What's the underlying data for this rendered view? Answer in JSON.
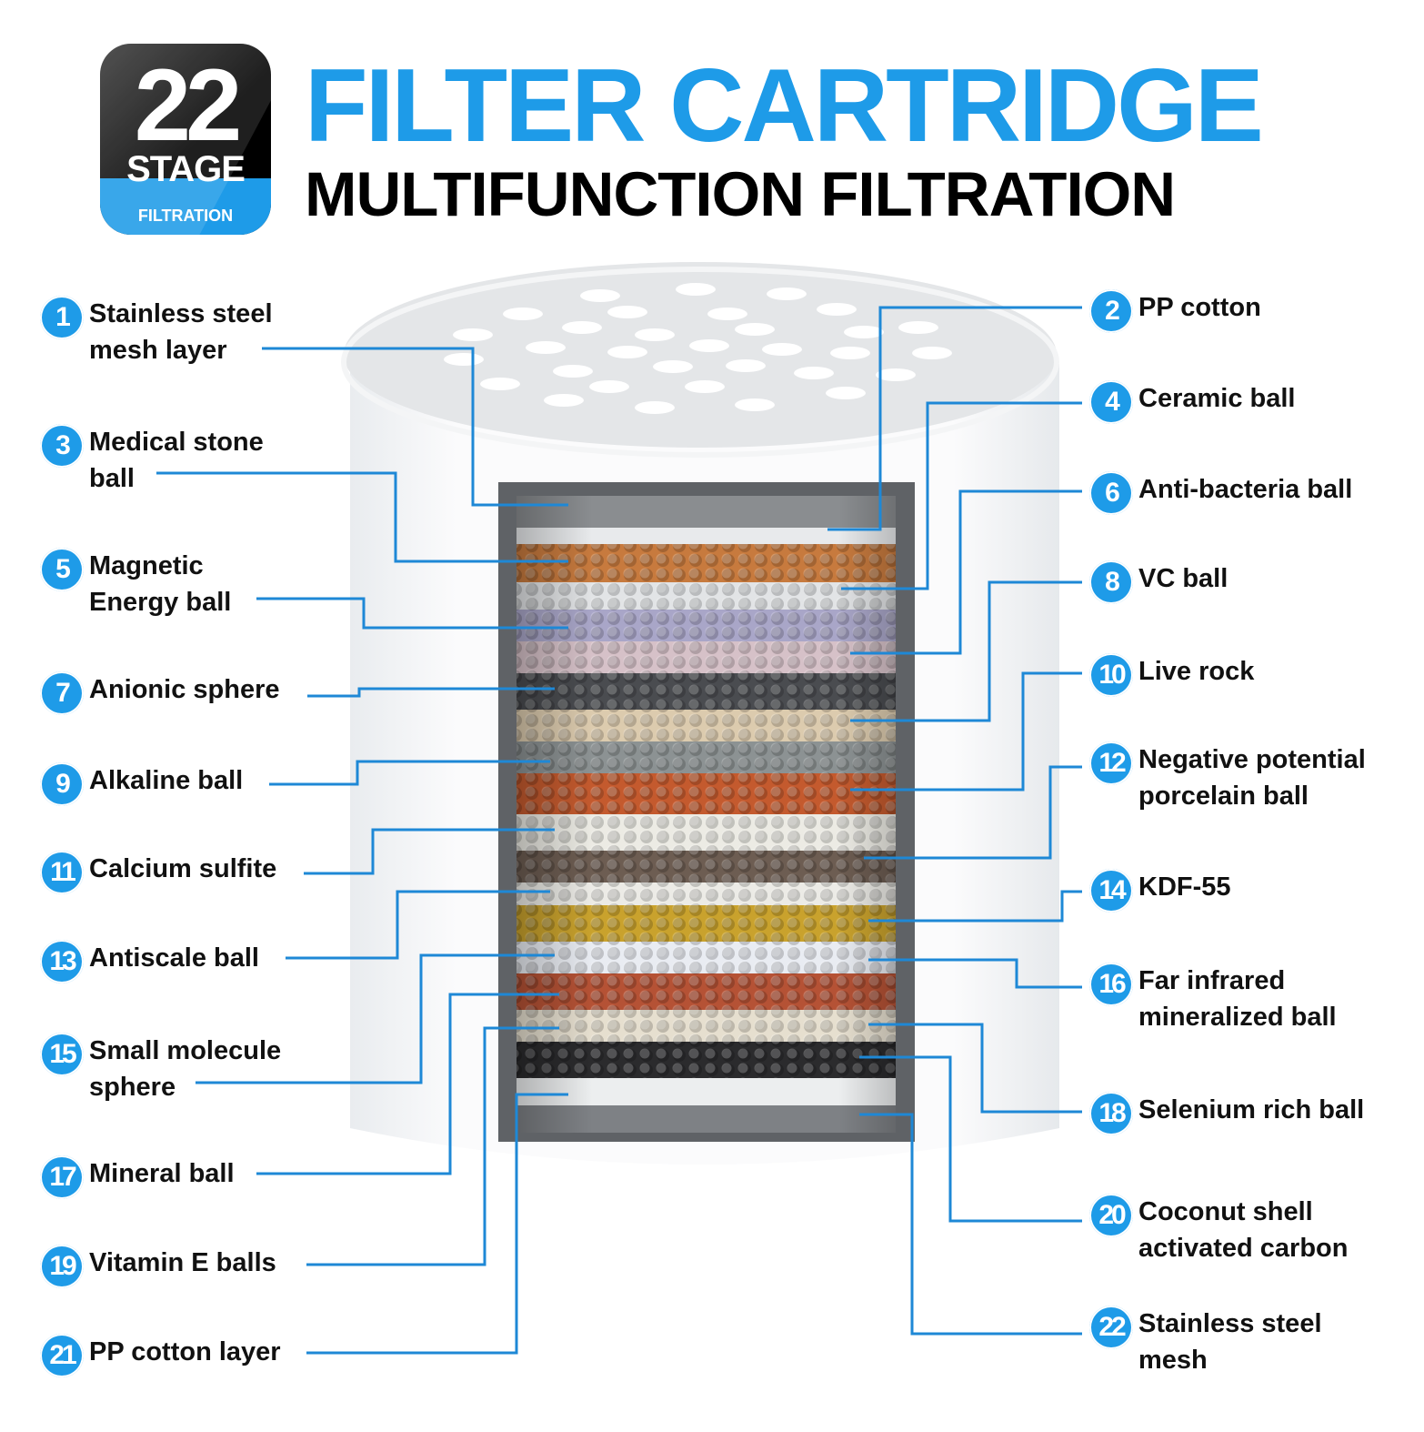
{
  "badge": {
    "number": "22",
    "stage": "STAGE",
    "filtration": "FILTRATION"
  },
  "header": {
    "title": "FILTER CARTRIDGE",
    "subtitle": "MULTIFUNCTION FILTRATION"
  },
  "colors": {
    "accent": "#1e9be8",
    "text": "#111111"
  },
  "left_labels": [
    {
      "number": "1",
      "text": "Stainless steel\nmesh layer"
    },
    {
      "number": "3",
      "text": "Medical stone\nball"
    },
    {
      "number": "5",
      "text": "Magnetic\nEnergy ball"
    },
    {
      "number": "7",
      "text": "Anionic sphere"
    },
    {
      "number": "9",
      "text": "Alkaline ball"
    },
    {
      "number": "11",
      "text": "Calcium sulfite"
    },
    {
      "number": "13",
      "text": "Antiscale ball"
    },
    {
      "number": "15",
      "text": "Small molecule\nsphere"
    },
    {
      "number": "17",
      "text": "Mineral ball"
    },
    {
      "number": "19",
      "text": "Vitamin E balls"
    },
    {
      "number": "21",
      "text": "PP cotton layer"
    }
  ],
  "right_labels": [
    {
      "number": "2",
      "text": "PP cotton"
    },
    {
      "number": "4",
      "text": "Ceramic ball"
    },
    {
      "number": "6",
      "text": "Anti-bacteria ball"
    },
    {
      "number": "8",
      "text": "VC ball"
    },
    {
      "number": "10",
      "text": "Live rock"
    },
    {
      "number": "12",
      "text": "Negative potential\nporcelain ball"
    },
    {
      "number": "14",
      "text": "KDF-55"
    },
    {
      "number": "16",
      "text": "Far infrared\nmineralized ball"
    },
    {
      "number": "18",
      "text": "Selenium rich ball"
    },
    {
      "number": "20",
      "text": "Coconut shell\nactivated carbon"
    },
    {
      "number": "22",
      "text": "Stainless steel\nmesh"
    }
  ]
}
